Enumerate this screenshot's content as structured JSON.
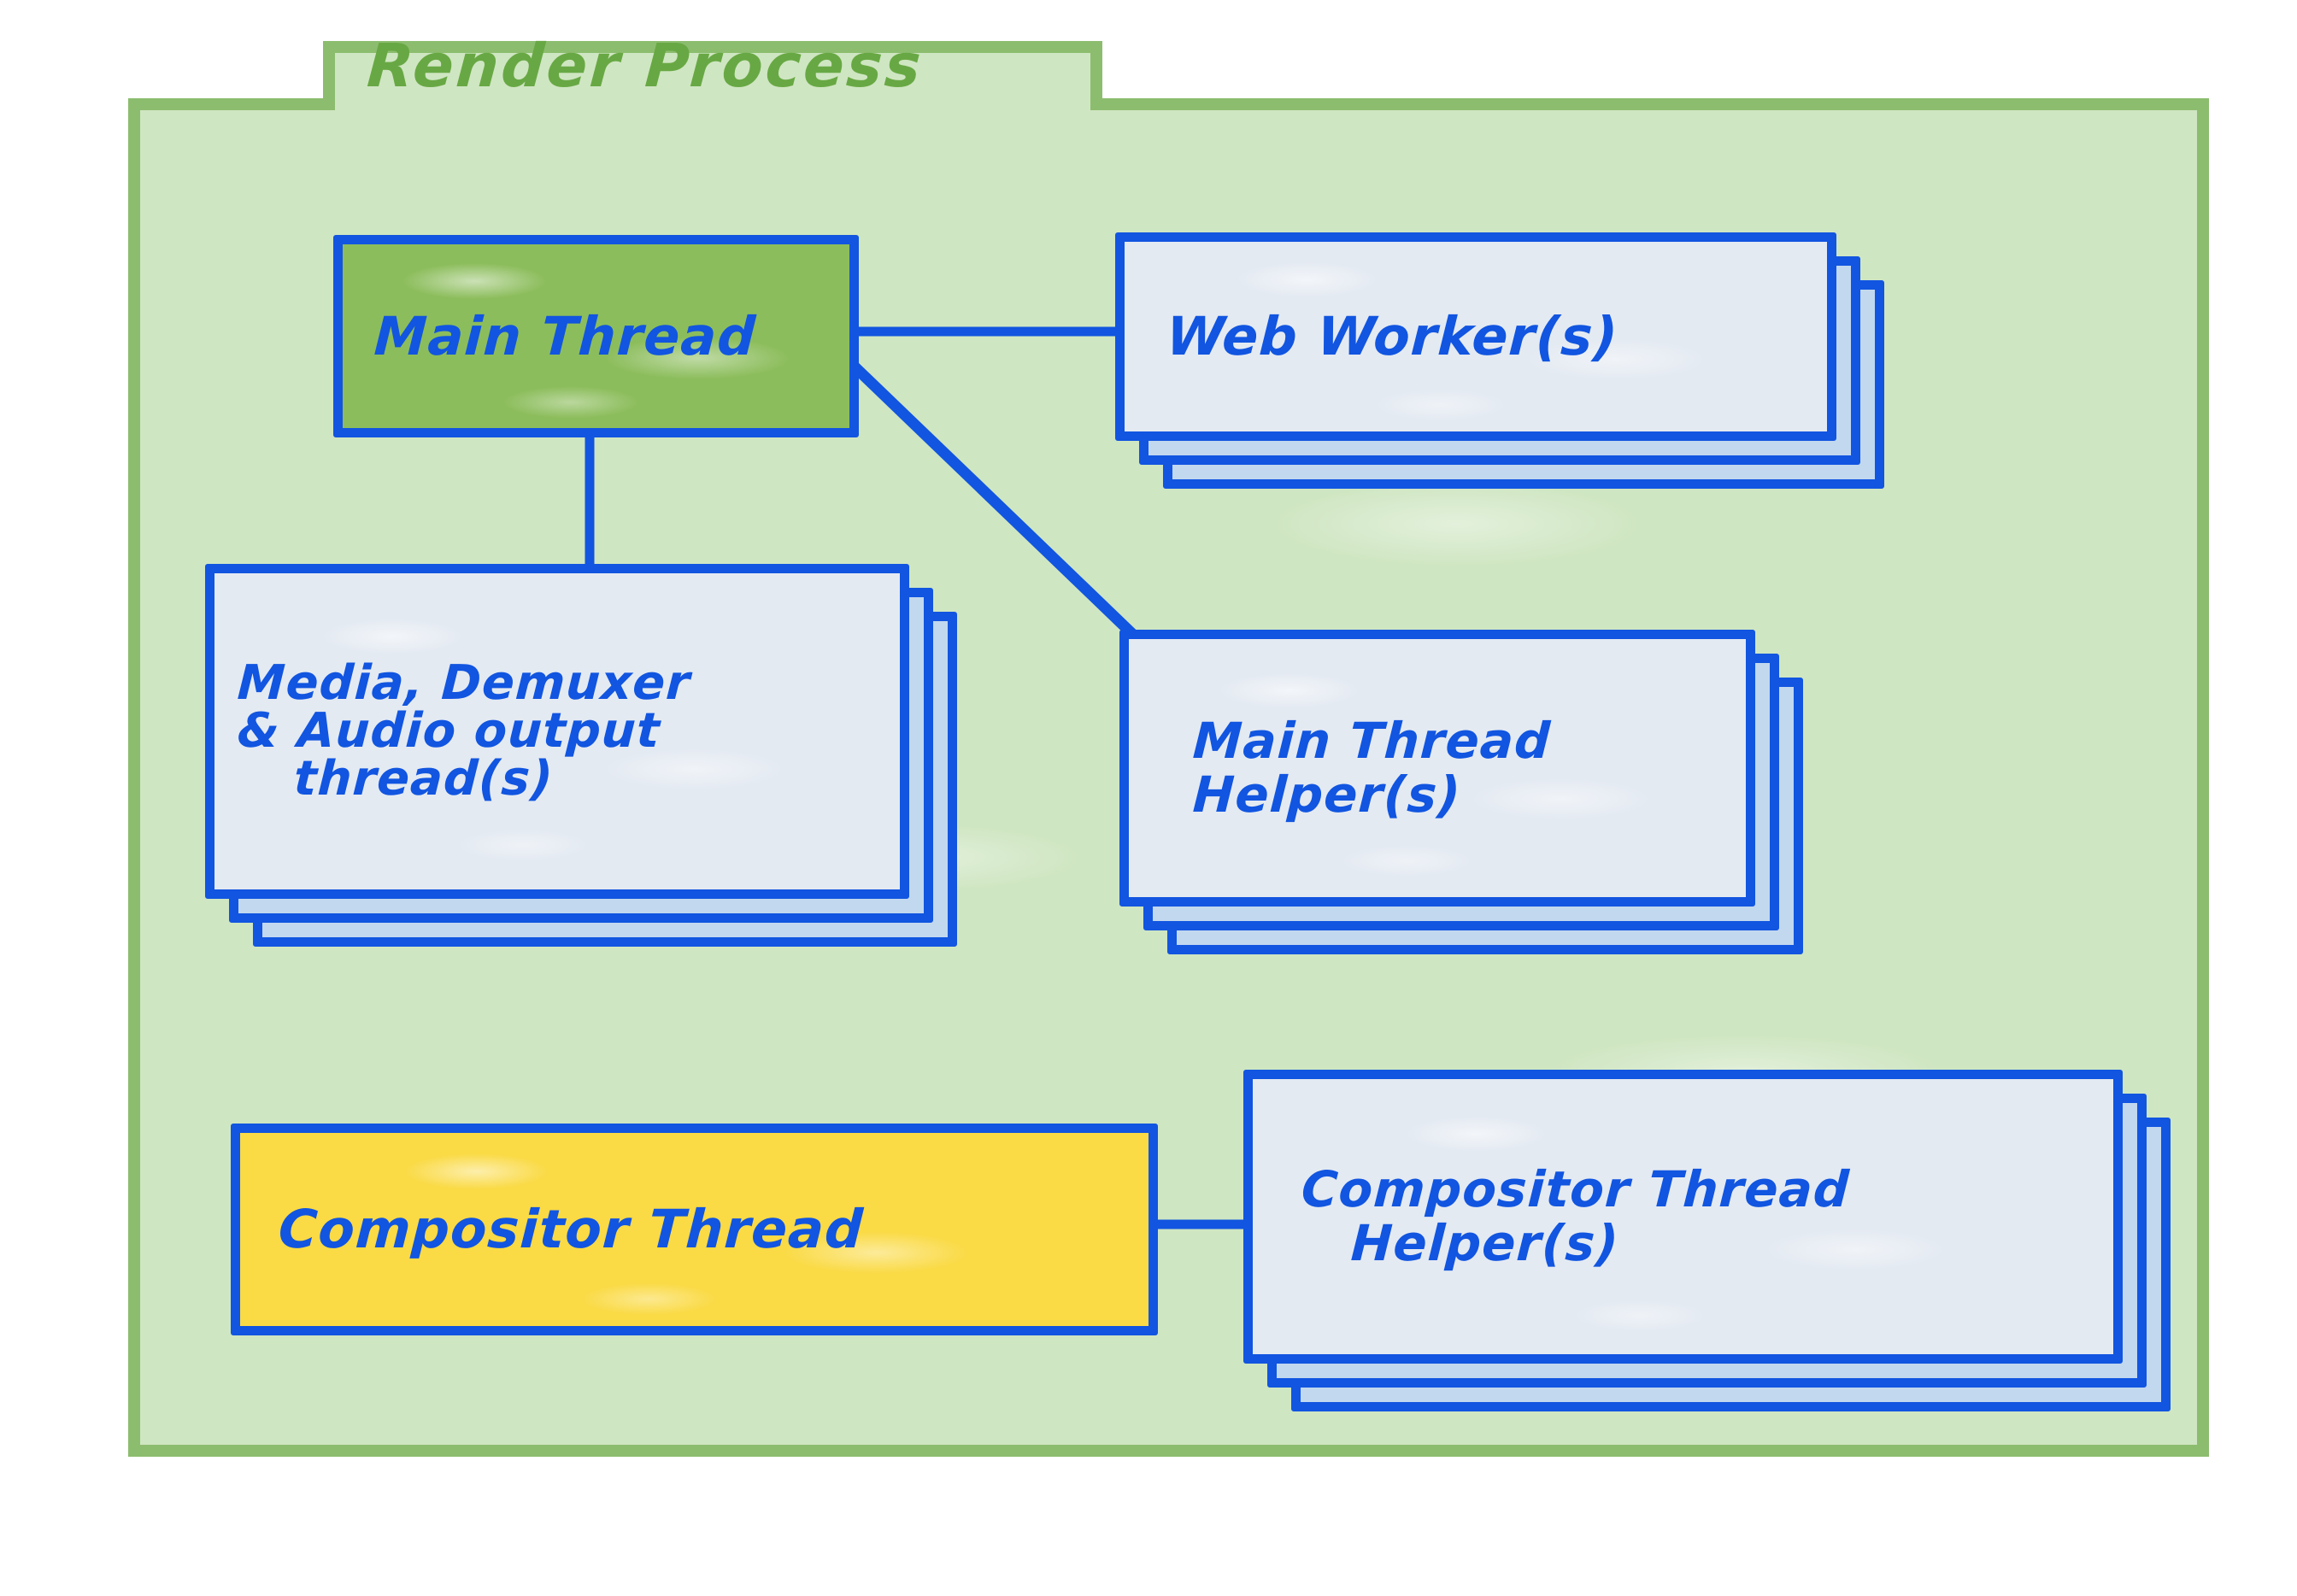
{
  "diagram": {
    "container": {
      "title": "Render Process",
      "fill_color": "#cfe6c2",
      "border_color": "#8cbd6e",
      "title_color": "#68a844"
    },
    "palette": {
      "node_border": "#1155e0",
      "node_text": "#1155e0",
      "card_front": "#e4eaf2",
      "card_back": "#c2d8ef",
      "main_thread_fill": "#8cbd5c",
      "compositor_fill": "#fada45"
    },
    "nodes": [
      {
        "id": "main-thread",
        "label": "Main Thread",
        "lines": [
          "Main Thread"
        ],
        "stacked": false,
        "fill": "#8cbd5c",
        "align": "left"
      },
      {
        "id": "web-workers",
        "label": "Web Worker(s)",
        "lines": [
          "Web Worker(s)"
        ],
        "stacked": true,
        "stack_count": 3,
        "fill": "#e4eaf2",
        "align": "left"
      },
      {
        "id": "media-demuxer-audio",
        "label": "Media, Demuxer & Audio output thread(s)",
        "lines": [
          "Media, Demuxer",
          "& Audio output",
          "thread(s)"
        ],
        "stacked": true,
        "stack_count": 3,
        "fill": "#e4eaf2",
        "align": "left"
      },
      {
        "id": "main-thread-helpers",
        "label": "Main Thread Helper(s)",
        "lines": [
          "Main Thread",
          "Helper(s)"
        ],
        "stacked": true,
        "stack_count": 3,
        "fill": "#e4eaf2",
        "align": "left"
      },
      {
        "id": "compositor-thread",
        "label": "Compositor Thread",
        "lines": [
          "Compositor Thread"
        ],
        "stacked": false,
        "fill": "#fada45",
        "align": "left"
      },
      {
        "id": "compositor-thread-helpers",
        "label": "Compositor Thread Helper(s)",
        "lines": [
          "Compositor Thread",
          "Helper(s)"
        ],
        "stacked": true,
        "stack_count": 3,
        "fill": "#e4eaf2",
        "align": "left"
      }
    ],
    "edges": [
      {
        "from": "main-thread",
        "to": "web-workers",
        "style": "horizontal"
      },
      {
        "from": "main-thread",
        "to": "media-demuxer-audio",
        "style": "vertical"
      },
      {
        "from": "main-thread",
        "to": "main-thread-helpers",
        "style": "diagonal"
      },
      {
        "from": "compositor-thread",
        "to": "compositor-thread-helpers",
        "style": "horizontal"
      }
    ]
  }
}
